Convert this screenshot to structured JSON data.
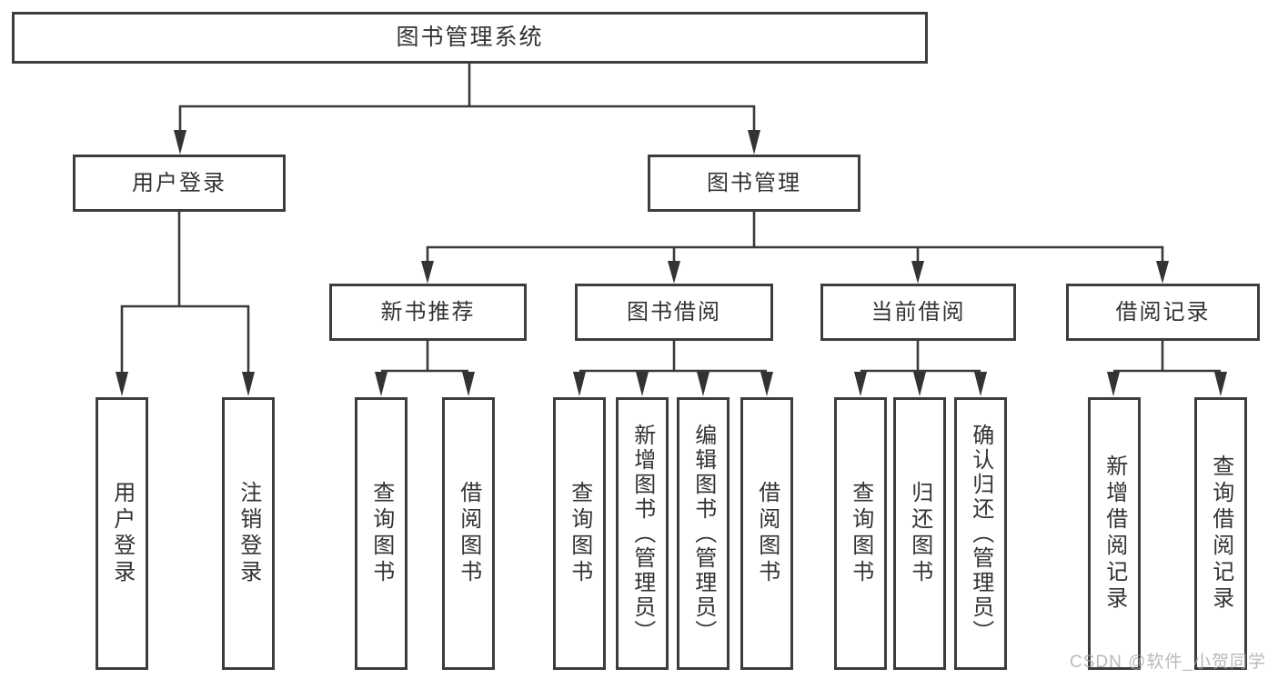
{
  "watermark": {
    "text": "CSDN @软件_小贺同学"
  },
  "colors": {
    "background": "#ffffff",
    "line": "#3a3a3a",
    "box_border": "#3d3d3d",
    "text": "#333333",
    "watermark": "#a2a2a2"
  },
  "tree": {
    "label": "图书管理系统",
    "children": [
      {
        "label": "用户登录",
        "children": [
          {
            "label": "用户登录"
          },
          {
            "label": "注销登录"
          }
        ]
      },
      {
        "label": "图书管理",
        "children": [
          {
            "label": "新书推荐",
            "children": [
              {
                "label": "查询图书"
              },
              {
                "label": "借阅图书"
              }
            ]
          },
          {
            "label": "图书借阅",
            "children": [
              {
                "label": "查询图书"
              },
              {
                "label": "新增图书（管理员）"
              },
              {
                "label": "编辑图书（管理员）"
              },
              {
                "label": "借阅图书"
              }
            ]
          },
          {
            "label": "当前借阅",
            "children": [
              {
                "label": "查询图书"
              },
              {
                "label": "归还图书"
              },
              {
                "label": "确认归还（管理员）"
              }
            ]
          },
          {
            "label": "借阅记录",
            "children": [
              {
                "label": "新增借阅记录"
              },
              {
                "label": "查询借阅记录"
              }
            ]
          }
        ]
      }
    ]
  }
}
